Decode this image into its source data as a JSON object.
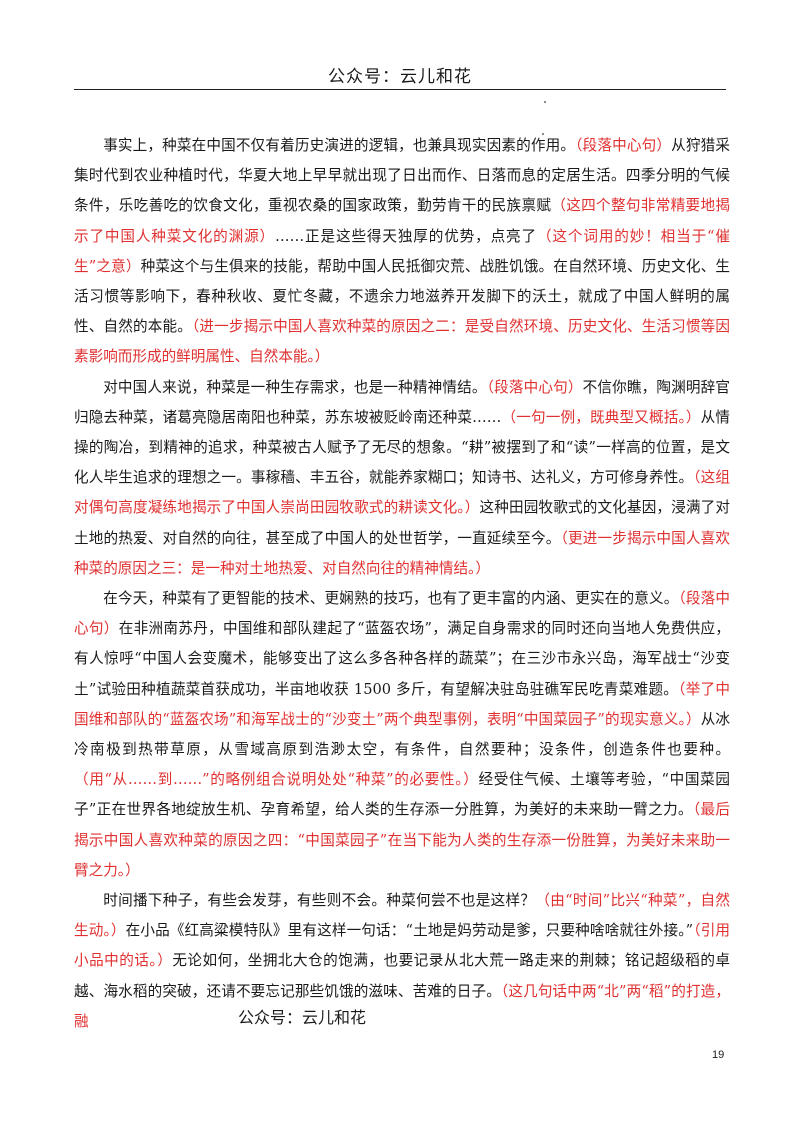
{
  "header": {
    "title": "公众号：云儿和花"
  },
  "paragraphs": [
    [
      {
        "t": "事实上，种菜在中国不仅有着历史演进的逻辑，也兼具现实因素的作用。",
        "red": false
      },
      {
        "t": "（段落中心句）",
        "red": true
      },
      {
        "t": "从狩猎采集时代到农业种植时代，华夏大地上早早就出现了日出而作、日落而息的定居生活。四季分明的气候条件，乐吃善吃的饮食文化，重视农桑的国家政策，勤劳肯干的民族禀赋",
        "red": false
      },
      {
        "t": "（这四个整句非常精要地揭示了中国人种菜文化的渊源）",
        "red": true
      },
      {
        "t": "……正是这些得天独厚的优势，点亮了",
        "red": false
      },
      {
        "t": "（这个词用的妙！相当于“催生”之意）",
        "red": true
      },
      {
        "t": "种菜这个与生俱来的技能，帮助中国人民抵御灾荒、战胜饥饿。在自然环境、历史文化、生活习惯等影响下，春种秋收、夏忙冬藏，不遗余力地滋养开发脚下的沃土，就成了中国人鲜明的属性、自然的本能。",
        "red": false
      },
      {
        "t": "（进一步揭示中国人喜欢种菜的原因之二：是受自然环境、历史文化、生活习惯等因素影响而形成的鲜明属性、自然本能。）",
        "red": true
      }
    ],
    [
      {
        "t": "对中国人来说，种菜是一种生存需求，也是一种精神情结。",
        "red": false
      },
      {
        "t": "（段落中心句）",
        "red": true
      },
      {
        "t": "不信你瞧，陶渊明辞官归隐去种菜，诸葛亮隐居南阳也种菜，苏东坡被贬岭南还种菜……",
        "red": false
      },
      {
        "t": "（一句一例，既典型又概括。）",
        "red": true
      },
      {
        "t": "从情操的陶冶，到精神的追求，种菜被古人赋予了无尽的想象。“耕”被摆到了和“读”一样高的位置，是文化人毕生追求的理想之一。事稼穑、丰五谷，就能养家糊口；知诗书、达礼义，方可修身养性。",
        "red": false
      },
      {
        "t": "（这组对偶句高度凝练地揭示了中国人崇尚田园牧歌式的耕读文化。）",
        "red": true
      },
      {
        "t": "这种田园牧歌式的文化基因，浸满了对土地的热爱、对自然的向往，甚至成了中国人的处世哲学，一直延续至今。",
        "red": false
      },
      {
        "t": "（更进一步揭示中国人喜欢种菜的原因之三：是一种对土地热爱、对自然向往的精神情结。）",
        "red": true
      }
    ],
    [
      {
        "t": "在今天，种菜有了更智能的技术、更娴熟的技巧，也有了更丰富的内涵、更实在的意义。",
        "red": false
      },
      {
        "t": "（段落中心句）",
        "red": true
      },
      {
        "t": "在非洲南苏丹，中国维和部队建起了“蓝盔农场”，满足自身需求的同时还向当地人免费供应，有人惊呼“中国人会变魔术，能够变出了这么多各种各样的蔬菜”；在三沙市永兴岛，海军战士“沙变土”试验田种植蔬菜首获成功，半亩地收获 1500 多斤，有望解决驻岛驻礁军民吃青菜难题。",
        "red": false
      },
      {
        "t": "（举了中国维和部队的“蓝盔农场”和海军战士的“沙变土”两个典型事例，表明“中国菜园子”的现实意义。）",
        "red": true
      },
      {
        "t": "从冰冷南极到热带草原，从雪域高原到浩渺太空，有条件，自然要种；没条件，创造条件也要种。",
        "red": false
      },
      {
        "t": "（用“从……到……”的略例组合说明处处“种菜”的必要性。）",
        "red": true
      },
      {
        "t": "经受住气候、土壤等考验，“中国菜园子”正在世界各地绽放生机、孕育希望，给人类的生存添一分胜算，为美好的未来助一臂之力。",
        "red": false
      },
      {
        "t": "（最后揭示中国人喜欢种菜的原因之四：“中国菜园子”在当下能为人类的生存添一份胜算，为美好未来助一臂之力。）",
        "red": true
      }
    ],
    [
      {
        "t": "时间播下种子，有些会发芽，有些则不会。种菜何尝不也是这样？",
        "red": false
      },
      {
        "t": "（由“时间”比兴“种菜”，自然生动。）",
        "red": true
      },
      {
        "t": "在小品《红高粱模特队》里有这样一句话：“土地是妈劳动是爹，只要种啥啥就往外接。”",
        "red": false
      },
      {
        "t": "（引用小品中的话。）",
        "red": true
      },
      {
        "t": "无论如何，坐拥北大仓的饱满，也要记录从北大荒一路走来的荆棘；铭记超级稻的卓越、海水稻的突破，还请不要忘记那些饥饿的滋味、苦难的日子。",
        "red": false
      },
      {
        "t": "（这几句话中两“北”两“稻”的打造，融",
        "red": true
      }
    ]
  ],
  "footer": {
    "label": "公众号：云儿和花",
    "page_number": "19"
  }
}
